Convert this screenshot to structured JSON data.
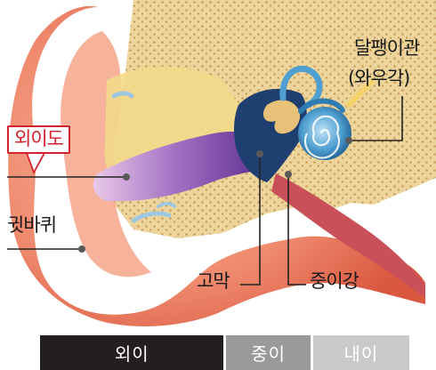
{
  "labels": {
    "ear_canal": "외이도",
    "auricle": "귓바퀴",
    "eardrum": "고막",
    "middle_ear_cavity": "중이강",
    "cochlea_line1": "달팽이관",
    "cochlea_line2": "(와우각)"
  },
  "sections": {
    "outer": "외이",
    "middle": "중이",
    "inner": "내이"
  },
  "colors": {
    "highlight": "#d3202b",
    "outer_bar": "#231f20",
    "middle_bar": "#9a9a9c",
    "inner_bar": "#c9c9cb"
  }
}
